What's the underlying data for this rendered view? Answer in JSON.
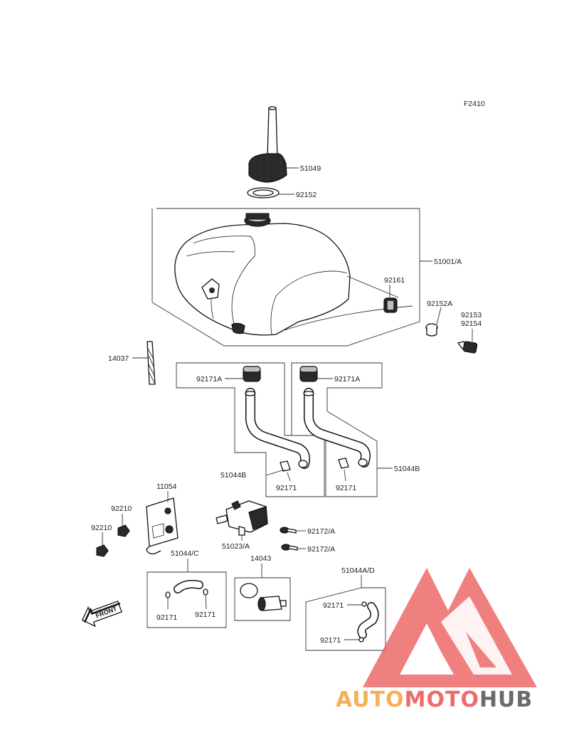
{
  "figure_code": "F2410",
  "parts": {
    "p51049": "51049",
    "p92152": "92152",
    "p51001A": "51001/A",
    "p92161": "92161",
    "p92152A": "92152A",
    "p92153": "92153",
    "p92154": "92154",
    "p14037": "14037",
    "p92171A_left": "92171A",
    "p92171A_right": "92171A",
    "p51044B_left": "51044B",
    "p51044B_right": "51044B",
    "p92171_b1": "92171",
    "p92171_b2": "92171",
    "p11054": "11054",
    "p92210_a": "92210",
    "p92210_b": "92210",
    "p51023A": "51023/A",
    "p92172A_a": "92172/A",
    "p92172A_b": "92172/A",
    "p51044C": "51044/C",
    "p92171_c1": "92171",
    "p92171_c2": "92171",
    "p14043": "14043",
    "p51044AD": "51044A/D",
    "p92171_d1": "92171",
    "p92171_d2": "92171"
  },
  "front_arrow": "FRONT",
  "watermark": {
    "part1": "AUTO",
    "part2": "MOTO",
    "part3": "HUB",
    "color_orange": "#f5b05a",
    "color_red": "#ee6b6b",
    "color_grey": "#6b6b6b"
  }
}
